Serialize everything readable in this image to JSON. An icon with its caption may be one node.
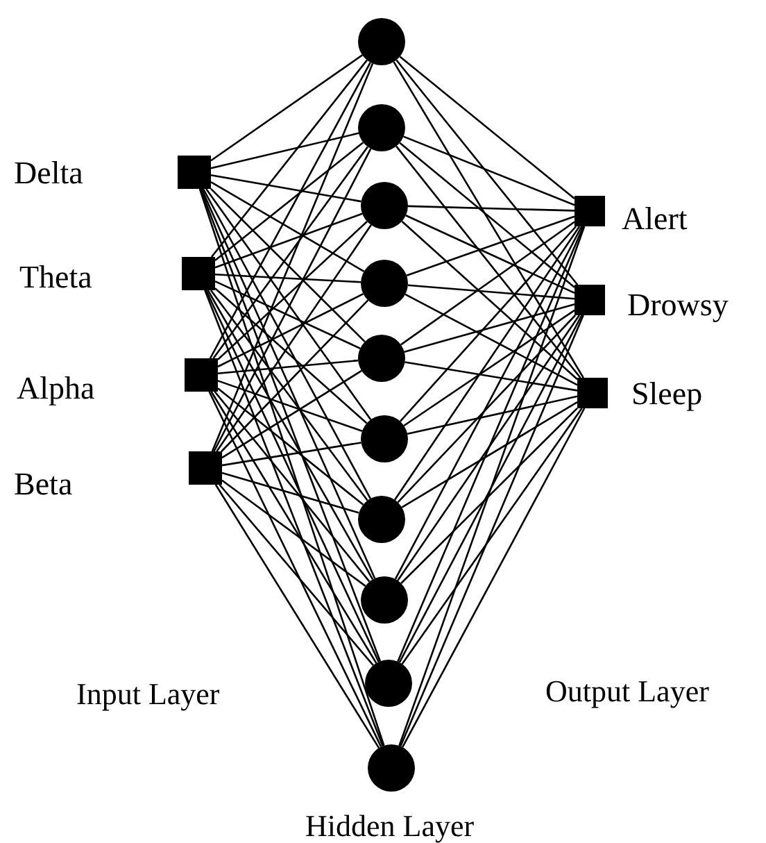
{
  "diagram": {
    "nodes": [
      {
        "text": [],
        "shape": "box",
        "beside": [
          "Delta"
        ]
      },
      {
        "text": [],
        "shape": "box",
        "beside": [
          "Theta"
        ]
      },
      {
        "text": [],
        "shape": "box",
        "beside": [
          "Alpha"
        ]
      },
      {
        "text": [],
        "shape": "box",
        "beside": [
          "Beta"
        ]
      },
      {
        "text": [],
        "shape": "circle"
      },
      {
        "text": [],
        "shape": "circle"
      },
      {
        "text": [],
        "shape": "circle"
      },
      {
        "text": [],
        "shape": "circle"
      },
      {
        "text": [],
        "shape": "circle"
      },
      {
        "text": [],
        "shape": "circle"
      },
      {
        "text": [],
        "shape": "circle"
      },
      {
        "text": [],
        "shape": "circle"
      },
      {
        "text": [],
        "shape": "circle"
      },
      {
        "text": [],
        "shape": "circle"
      },
      {
        "text": [],
        "shape": "box",
        "beside": [
          "Alert"
        ]
      },
      {
        "text": [],
        "shape": "box",
        "beside": [
          "Drowsy"
        ]
      },
      {
        "text": [],
        "shape": "box",
        "beside": [
          "Sleep"
        ]
      }
    ],
    "edges": [
      {
        "from": 0,
        "to": 4,
        "arrow": "none"
      },
      {
        "from": 0,
        "to": 5,
        "arrow": "none"
      },
      {
        "from": 0,
        "to": 6,
        "arrow": "none"
      },
      {
        "from": 0,
        "to": 7,
        "arrow": "none"
      },
      {
        "from": 0,
        "to": 8,
        "arrow": "none"
      },
      {
        "from": 0,
        "to": 9,
        "arrow": "none"
      },
      {
        "from": 0,
        "to": 10,
        "arrow": "none"
      },
      {
        "from": 0,
        "to": 11,
        "arrow": "none"
      },
      {
        "from": 0,
        "to": 12,
        "arrow": "none"
      },
      {
        "from": 0,
        "to": 13,
        "arrow": "none"
      },
      {
        "from": 1,
        "to": 4,
        "arrow": "none"
      },
      {
        "from": 1,
        "to": 5,
        "arrow": "none"
      },
      {
        "from": 1,
        "to": 6,
        "arrow": "none"
      },
      {
        "from": 1,
        "to": 7,
        "arrow": "none"
      },
      {
        "from": 1,
        "to": 8,
        "arrow": "none"
      },
      {
        "from": 1,
        "to": 9,
        "arrow": "none"
      },
      {
        "from": 1,
        "to": 10,
        "arrow": "none"
      },
      {
        "from": 1,
        "to": 11,
        "arrow": "none"
      },
      {
        "from": 1,
        "to": 12,
        "arrow": "none"
      },
      {
        "from": 1,
        "to": 13,
        "arrow": "none"
      },
      {
        "from": 2,
        "to": 4,
        "arrow": "none"
      },
      {
        "from": 2,
        "to": 5,
        "arrow": "none"
      },
      {
        "from": 2,
        "to": 6,
        "arrow": "none"
      },
      {
        "from": 2,
        "to": 7,
        "arrow": "none"
      },
      {
        "from": 2,
        "to": 8,
        "arrow": "none"
      },
      {
        "from": 2,
        "to": 9,
        "arrow": "none"
      },
      {
        "from": 2,
        "to": 10,
        "arrow": "none"
      },
      {
        "from": 2,
        "to": 11,
        "arrow": "none"
      },
      {
        "from": 2,
        "to": 12,
        "arrow": "none"
      },
      {
        "from": 2,
        "to": 13,
        "arrow": "none"
      },
      {
        "from": 3,
        "to": 4,
        "arrow": "none"
      },
      {
        "from": 3,
        "to": 5,
        "arrow": "none"
      },
      {
        "from": 3,
        "to": 6,
        "arrow": "none"
      },
      {
        "from": 3,
        "to": 7,
        "arrow": "none"
      },
      {
        "from": 3,
        "to": 8,
        "arrow": "none"
      },
      {
        "from": 3,
        "to": 9,
        "arrow": "none"
      },
      {
        "from": 3,
        "to": 10,
        "arrow": "none"
      },
      {
        "from": 3,
        "to": 11,
        "arrow": "none"
      },
      {
        "from": 3,
        "to": 12,
        "arrow": "none"
      },
      {
        "from": 3,
        "to": 13,
        "arrow": "none"
      },
      {
        "from": 4,
        "to": 14,
        "arrow": "none"
      },
      {
        "from": 4,
        "to": 15,
        "arrow": "none"
      },
      {
        "from": 4,
        "to": 16,
        "arrow": "none"
      },
      {
        "from": 5,
        "to": 14,
        "arrow": "none"
      },
      {
        "from": 5,
        "to": 15,
        "arrow": "none"
      },
      {
        "from": 5,
        "to": 16,
        "arrow": "none"
      },
      {
        "from": 6,
        "to": 14,
        "arrow": "none"
      },
      {
        "from": 6,
        "to": 15,
        "arrow": "none"
      },
      {
        "from": 6,
        "to": 16,
        "arrow": "none"
      },
      {
        "from": 7,
        "to": 14,
        "arrow": "none"
      },
      {
        "from": 7,
        "to": 15,
        "arrow": "none"
      },
      {
        "from": 7,
        "to": 16,
        "arrow": "none"
      },
      {
        "from": 8,
        "to": 14,
        "arrow": "none"
      },
      {
        "from": 8,
        "to": 15,
        "arrow": "none"
      },
      {
        "from": 8,
        "to": 16,
        "arrow": "none"
      },
      {
        "from": 9,
        "to": 14,
        "arrow": "none"
      },
      {
        "from": 9,
        "to": 15,
        "arrow": "none"
      },
      {
        "from": 9,
        "to": 16,
        "arrow": "none"
      },
      {
        "from": 10,
        "to": 14,
        "arrow": "none"
      },
      {
        "from": 10,
        "to": 15,
        "arrow": "none"
      },
      {
        "from": 10,
        "to": 16,
        "arrow": "none"
      },
      {
        "from": 11,
        "to": 14,
        "arrow": "none"
      },
      {
        "from": 11,
        "to": 15,
        "arrow": "none"
      },
      {
        "from": 11,
        "to": 16,
        "arrow": "none"
      },
      {
        "from": 12,
        "to": 14,
        "arrow": "none"
      },
      {
        "from": 12,
        "to": 15,
        "arrow": "none"
      },
      {
        "from": 12,
        "to": 16,
        "arrow": "none"
      },
      {
        "from": 13,
        "to": 14,
        "arrow": "none"
      },
      {
        "from": 13,
        "to": 15,
        "arrow": "none"
      },
      {
        "from": 13,
        "to": 16,
        "arrow": "none"
      }
    ],
    "labels": [
      "Input Layer",
      "Output Layer",
      "Hidden Layer"
    ]
  }
}
